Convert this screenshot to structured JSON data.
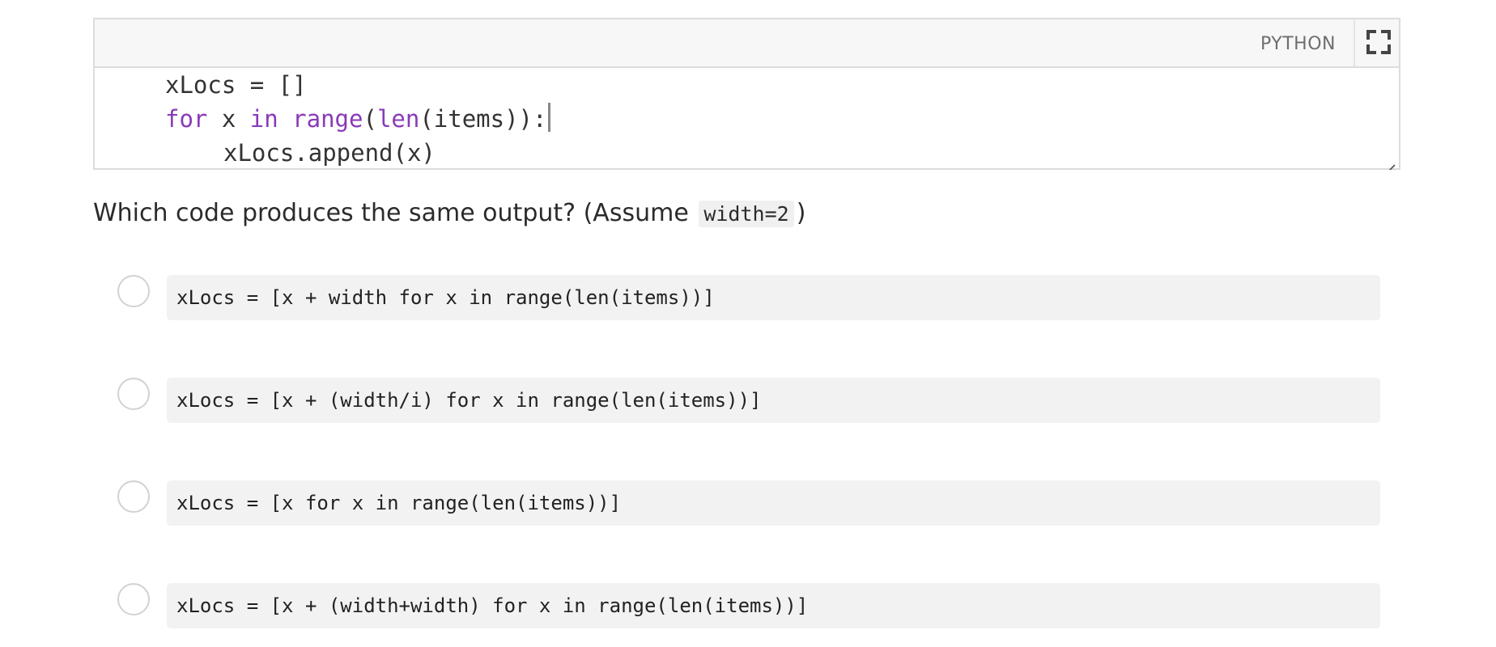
{
  "editor": {
    "language_label": "PYTHON",
    "lines": {
      "line1": "xLocs = []",
      "line2": {
        "kw_for": "for",
        "var": " x ",
        "kw_in": "in",
        "space": " ",
        "fn_range": "range",
        "paren_open": "(",
        "fn_len": "len",
        "rest": "(items)):"
      },
      "line3": "xLocs.append(x)"
    },
    "colors": {
      "keyword": "#8a3ab9",
      "text": "#333333"
    }
  },
  "question": {
    "text_before": "Which code produces the same output? (Assume",
    "code": "width=2",
    "text_after": ")"
  },
  "options": [
    {
      "code": "xLocs = [x + width for x in range(len(items))]"
    },
    {
      "code": "xLocs = [x + (width/i) for x in range(len(items))]"
    },
    {
      "code": "xLocs = [x for x in range(len(items))]"
    },
    {
      "code": "xLocs = [x + (width+width) for x in range(len(items))]"
    }
  ],
  "icons": {
    "fullscreen": "fullscreen-icon",
    "resize": "resize-handle-icon"
  }
}
